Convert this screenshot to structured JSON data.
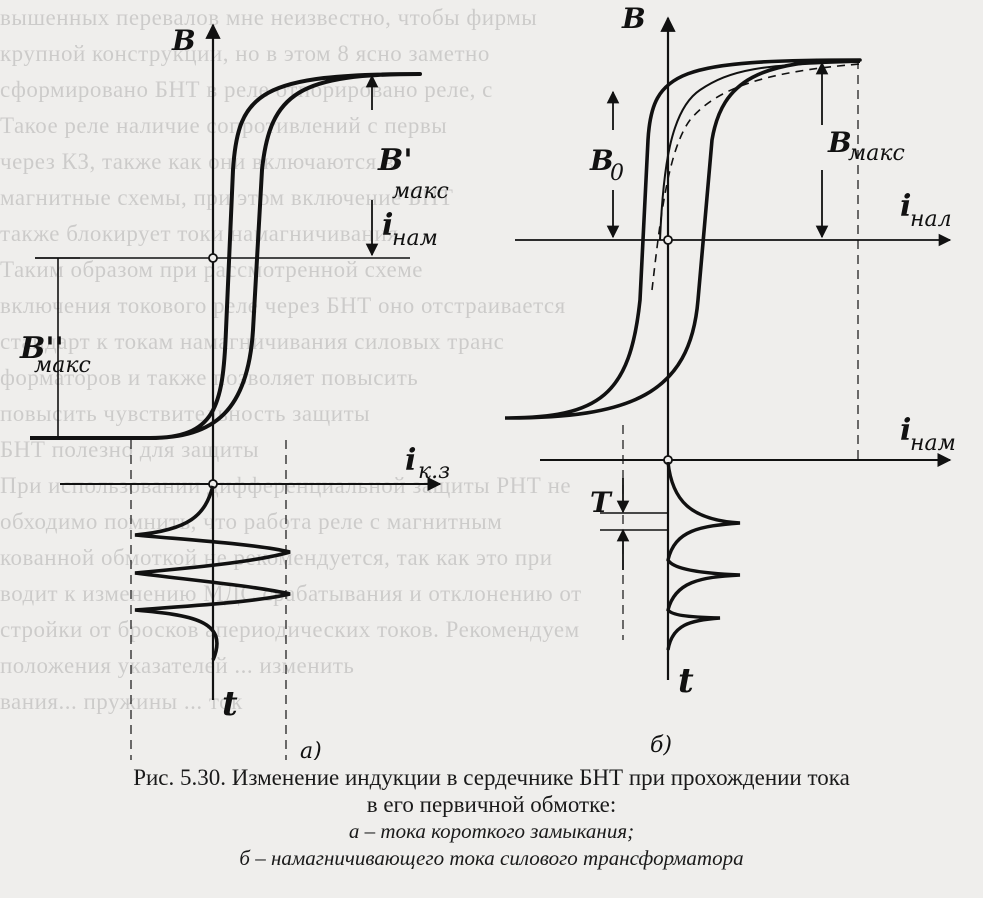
{
  "bleed_through": [
    "вышенных перевалов мне неизвестно, чтобы фирмы",
    "крупной конструкции, но в этом 8 ясно заметно",
    "сформировано БНТ в реле отпорировано реле, с",
    "Такое реле наличие сопротивлений с первы",
    "через КЗ, также как они включаются в",
    "магнитные схемы, при этом включение БНТ",
    "также блокирует токи намагничивания",
    "Таким образом при рассмотренной схеме",
    "включения токового реле через БНТ оно отстраивается",
    "стандарт к токам намагничивания силовых транс",
    "форматоров и также позволяет повысить",
    "повысить чувствительность защиты",
    "БНТ полезно для защиты",
    "При использовании дифференциальной защиты РНТ не",
    "обходимо помнить, что работа реле с магнитным",
    "кованной обмоткой не рекомендуется, так как это при",
    "водит к изменению МДС срабатывания и отклонению от",
    "стройки от бросков апериодических токов. Рекомендуем",
    "положения указателей ... изменить",
    "вания... пружины ... ток"
  ],
  "figure": {
    "a": {
      "axis_vertical": "B",
      "axis_horizontal": "i_к.з",
      "axis_time": "t",
      "b_max_label": "B'",
      "b_max_sub": "макс",
      "b_max2_label": "B''",
      "b_max2_sub": "макс",
      "i_nam_label": "i",
      "i_nam_sub": "нам",
      "ikz_label": "i",
      "ikz_sub": "к.з",
      "t_label": "t",
      "panel_label": "а)"
    },
    "b": {
      "axis_vertical": "B",
      "b0_label": "B",
      "b0_sub": "0",
      "b_max_label": "B",
      "b_max_sub": "макс",
      "i_nal_label": "i",
      "i_nal_sub": "нал",
      "i_nam_label": "i",
      "i_nam_sub": "нам",
      "T_label": "T",
      "t_label": "t",
      "panel_label": "б)"
    }
  },
  "caption": {
    "main1": "Рис. 5.30. Изменение индукции в сердечнике БНТ при прохождении тока",
    "main2": "в его первичной обмотке:",
    "sub_a": "а – тока короткого замыкания;",
    "sub_b": "б – намагничивающего тока силового трансформатора"
  }
}
